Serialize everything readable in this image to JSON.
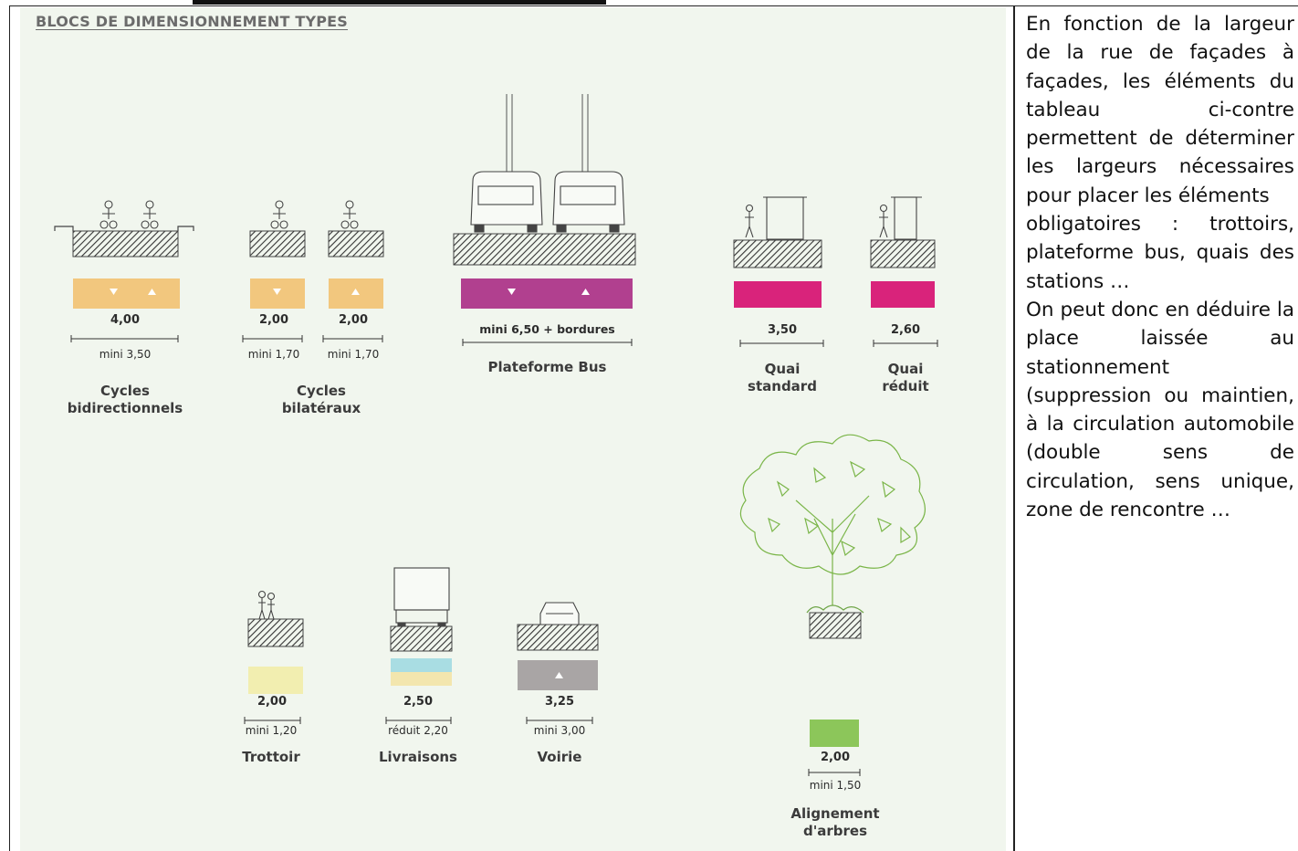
{
  "panel": {
    "title": "BLOCS DE DIMENSIONNEMENT TYPES",
    "blocks": [
      {
        "id": "cycles-bidir",
        "label_lines": [
          "Cycles",
          "bidirectionnels"
        ],
        "dims": [
          {
            "main": "4,00",
            "mini": "mini 3,50"
          }
        ],
        "color": "#f2c77e",
        "arrows": "down-up"
      },
      {
        "id": "cycles-bilat",
        "label_lines": [
          "Cycles",
          "bilatéraux"
        ],
        "dims": [
          {
            "main": "2,00",
            "mini": "mini 1,70"
          },
          {
            "main": "2,00",
            "mini": "mini 1,70"
          }
        ],
        "color": "#f2c77e",
        "arrows": "down|up"
      },
      {
        "id": "plateforme-bus",
        "label_lines": [
          "Plateforme Bus"
        ],
        "dims": [
          {
            "main": "mini 6,50 + bordures",
            "mini": ""
          }
        ],
        "color": "#b1408f",
        "arrows": "down-up"
      },
      {
        "id": "quai-standard",
        "label_lines": [
          "Quai",
          "standard"
        ],
        "dims": [
          {
            "main": "3,50",
            "mini": ""
          }
        ],
        "color": "#d9237b"
      },
      {
        "id": "quai-reduit",
        "label_lines": [
          "Quai",
          "réduit"
        ],
        "dims": [
          {
            "main": "2,60",
            "mini": ""
          }
        ],
        "color": "#d9237b"
      },
      {
        "id": "trottoir",
        "label_lines": [
          "Trottoir"
        ],
        "dims": [
          {
            "main": "2,00",
            "mini": "mini 1,20"
          }
        ],
        "color": "#f2eeb0"
      },
      {
        "id": "livraisons",
        "label_lines": [
          "Livraisons"
        ],
        "dims": [
          {
            "main": "2,50",
            "mini": "réduit 2,20"
          }
        ],
        "color": "#a9dde3|#f3e6ae"
      },
      {
        "id": "voirie",
        "label_lines": [
          "Voirie"
        ],
        "dims": [
          {
            "main": "3,25",
            "mini": "mini 3,00"
          }
        ],
        "color": "#a9a5a5",
        "arrows": "up"
      },
      {
        "id": "alignement-arbres",
        "label_lines": [
          "Alignement",
          "d'arbres"
        ],
        "dims": [
          {
            "main": "2,00",
            "mini": "mini 1,50"
          }
        ],
        "color": "#8cc65a"
      }
    ]
  },
  "side_text": [
    "En fonction de la largeur de la rue de façades à façades, les éléments du tableau ci-contre permettent de déterminer les largeurs nécessaires pour placer les éléments",
    "obligatoires : trottoirs, plateforme bus, quais des stations …",
    "On peut donc en déduire la place laissée au stationnement (suppression ou maintien, à la circulation automobile (double sens de circulation, sens unique, zone de rencontre …"
  ]
}
